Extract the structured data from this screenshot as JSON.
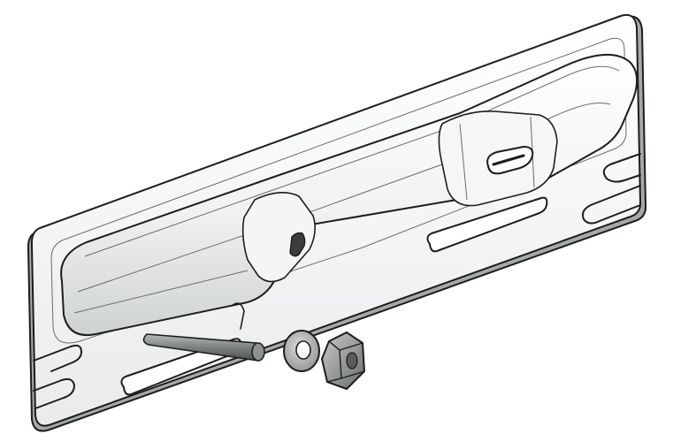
{
  "figure": {
    "subject": "",
    "parts": [
      {
        "key": "base_plate",
        "name": "base-plate"
      },
      {
        "key": "grab_handle",
        "name": "grab-handle"
      },
      {
        "key": "bolt",
        "name": "bolt"
      },
      {
        "key": "washer",
        "name": "washer"
      },
      {
        "key": "hex_nut",
        "name": "hex-nut"
      }
    ]
  },
  "colors": {
    "background": "#ffffff",
    "outline": "#1d1d1d",
    "plate_face": "#f3f4f4",
    "plate_edge": "#9a9d9e",
    "handle_light": "#fbfbfb",
    "handle_shade": "#d4d7d8",
    "hardware": "#7c7f80",
    "hardware_dark": "#4b4d4e"
  }
}
